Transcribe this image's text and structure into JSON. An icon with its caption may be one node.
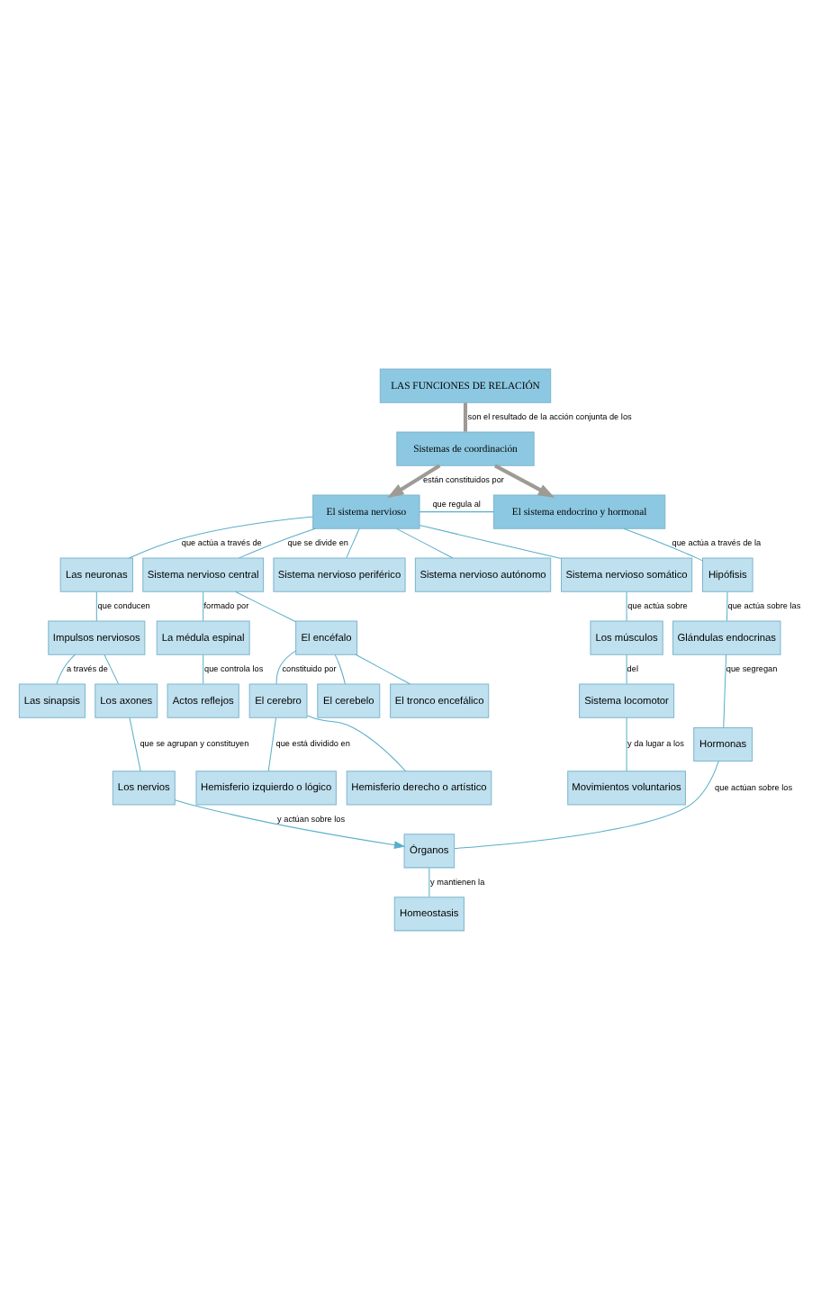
{
  "diagram": {
    "nodes": [
      {
        "text": [
          "LAS FUNCIONES DE RELACIÓN"
        ]
      },
      {
        "text": [
          "Sistemas de coordinación"
        ]
      },
      {
        "text": [
          "El sistema nervioso"
        ]
      },
      {
        "text": [
          "El sistema endocrino y hormonal"
        ]
      },
      {
        "text": [
          "Las neuronas"
        ]
      },
      {
        "text": [
          "Sistema nervioso central"
        ]
      },
      {
        "text": [
          "Sistema nervioso periférico"
        ]
      },
      {
        "text": [
          "Sistema nervioso autónomo"
        ]
      },
      {
        "text": [
          "Sistema nervioso somático"
        ]
      },
      {
        "text": [
          "Hipófisis"
        ]
      },
      {
        "text": [
          "Impulsos nerviosos"
        ]
      },
      {
        "text": [
          "La médula espinal"
        ]
      },
      {
        "text": [
          "El encéfalo"
        ]
      },
      {
        "text": [
          "Los músculos"
        ]
      },
      {
        "text": [
          "Glándulas endocrinas"
        ]
      },
      {
        "text": [
          "Las sinapsis"
        ]
      },
      {
        "text": [
          "Los axones"
        ]
      },
      {
        "text": [
          "Actos reflejos"
        ]
      },
      {
        "text": [
          "Sistema locomotor"
        ]
      },
      {
        "text": [
          "Hormonas"
        ]
      },
      {
        "text": [
          "Movimientos voluntarios"
        ]
      },
      {
        "text": [
          "El cerebro"
        ]
      },
      {
        "text": [
          "El cerebelo"
        ]
      },
      {
        "text": [
          "El tronco encefálico"
        ]
      },
      {
        "text": [
          "Los nervios"
        ]
      },
      {
        "text": [
          "Órganos"
        ]
      },
      {
        "text": [
          "Hemisferio izquierdo o lógico"
        ]
      },
      {
        "text": [
          "Hemisferio derecho o artístico"
        ]
      },
      {
        "text": [
          "Homeostasis"
        ]
      }
    ],
    "edges": [
      {
        "from": 0,
        "to": 1,
        "arrow": "none",
        "label": "son el resultado de la acción conjunta de los",
        "style": "thick",
        "color": "#9e9a94"
      },
      {
        "from": 1,
        "to": 2,
        "arrow": "to",
        "label": "están constituidos por",
        "style": "thick",
        "color": "#9e9a94"
      },
      {
        "from": 1,
        "to": 3,
        "arrow": "to",
        "style": "thick",
        "color": "#9e9a94"
      },
      {
        "from": 2,
        "to": 3,
        "arrow": "none",
        "label": "que regula al"
      },
      {
        "from": 2,
        "to": 4,
        "arrow": "none",
        "label": "que actúa a través de"
      },
      {
        "from": 2,
        "to": 5,
        "arrow": "none",
        "label": "que se divide en"
      },
      {
        "from": 2,
        "to": 6,
        "arrow": "none"
      },
      {
        "from": 2,
        "to": 7,
        "arrow": "none"
      },
      {
        "from": 2,
        "to": 8,
        "arrow": "none"
      },
      {
        "from": 3,
        "to": 9,
        "arrow": "none",
        "label": "que actúa a través de la"
      },
      {
        "from": 4,
        "to": 10,
        "arrow": "none",
        "label": "que conducen"
      },
      {
        "from": 10,
        "to": 15,
        "arrow": "none",
        "label": "a través de"
      },
      {
        "from": 10,
        "to": 16,
        "arrow": "none"
      },
      {
        "from": 5,
        "to": 11,
        "arrow": "none",
        "label": "formado por"
      },
      {
        "from": 5,
        "to": 12,
        "arrow": "none"
      },
      {
        "from": 8,
        "to": 13,
        "arrow": "none",
        "label": "que actúa sobre"
      },
      {
        "from": 9,
        "to": 14,
        "arrow": "none",
        "label": "que actúa sobre las"
      },
      {
        "from": 11,
        "to": 17,
        "arrow": "none",
        "label": "que controla los"
      },
      {
        "from": 12,
        "to": 21,
        "arrow": "none",
        "label": "constituido por"
      },
      {
        "from": 12,
        "to": 22,
        "arrow": "none"
      },
      {
        "from": 12,
        "to": 23,
        "arrow": "none"
      },
      {
        "from": 13,
        "to": 18,
        "arrow": "none",
        "label": "del"
      },
      {
        "from": 14,
        "to": 19,
        "arrow": "none",
        "label": "que segregan"
      },
      {
        "from": 18,
        "to": 20,
        "arrow": "none",
        "label": "y da lugar a los"
      },
      {
        "from": 16,
        "to": 24,
        "arrow": "none",
        "label": "que se agrupan y constituyen"
      },
      {
        "from": 19,
        "to": 25,
        "arrow": "none",
        "label": "que actúan sobre los"
      },
      {
        "from": 21,
        "to": 26,
        "arrow": "none",
        "label": "que está dividido en"
      },
      {
        "from": 21,
        "to": 27,
        "arrow": "none"
      },
      {
        "from": 24,
        "to": 25,
        "arrow": "to",
        "label": "y actúan sobre los"
      },
      {
        "from": 25,
        "to": 28,
        "arrow": "none",
        "label": "y mantienen la"
      }
    ]
  }
}
